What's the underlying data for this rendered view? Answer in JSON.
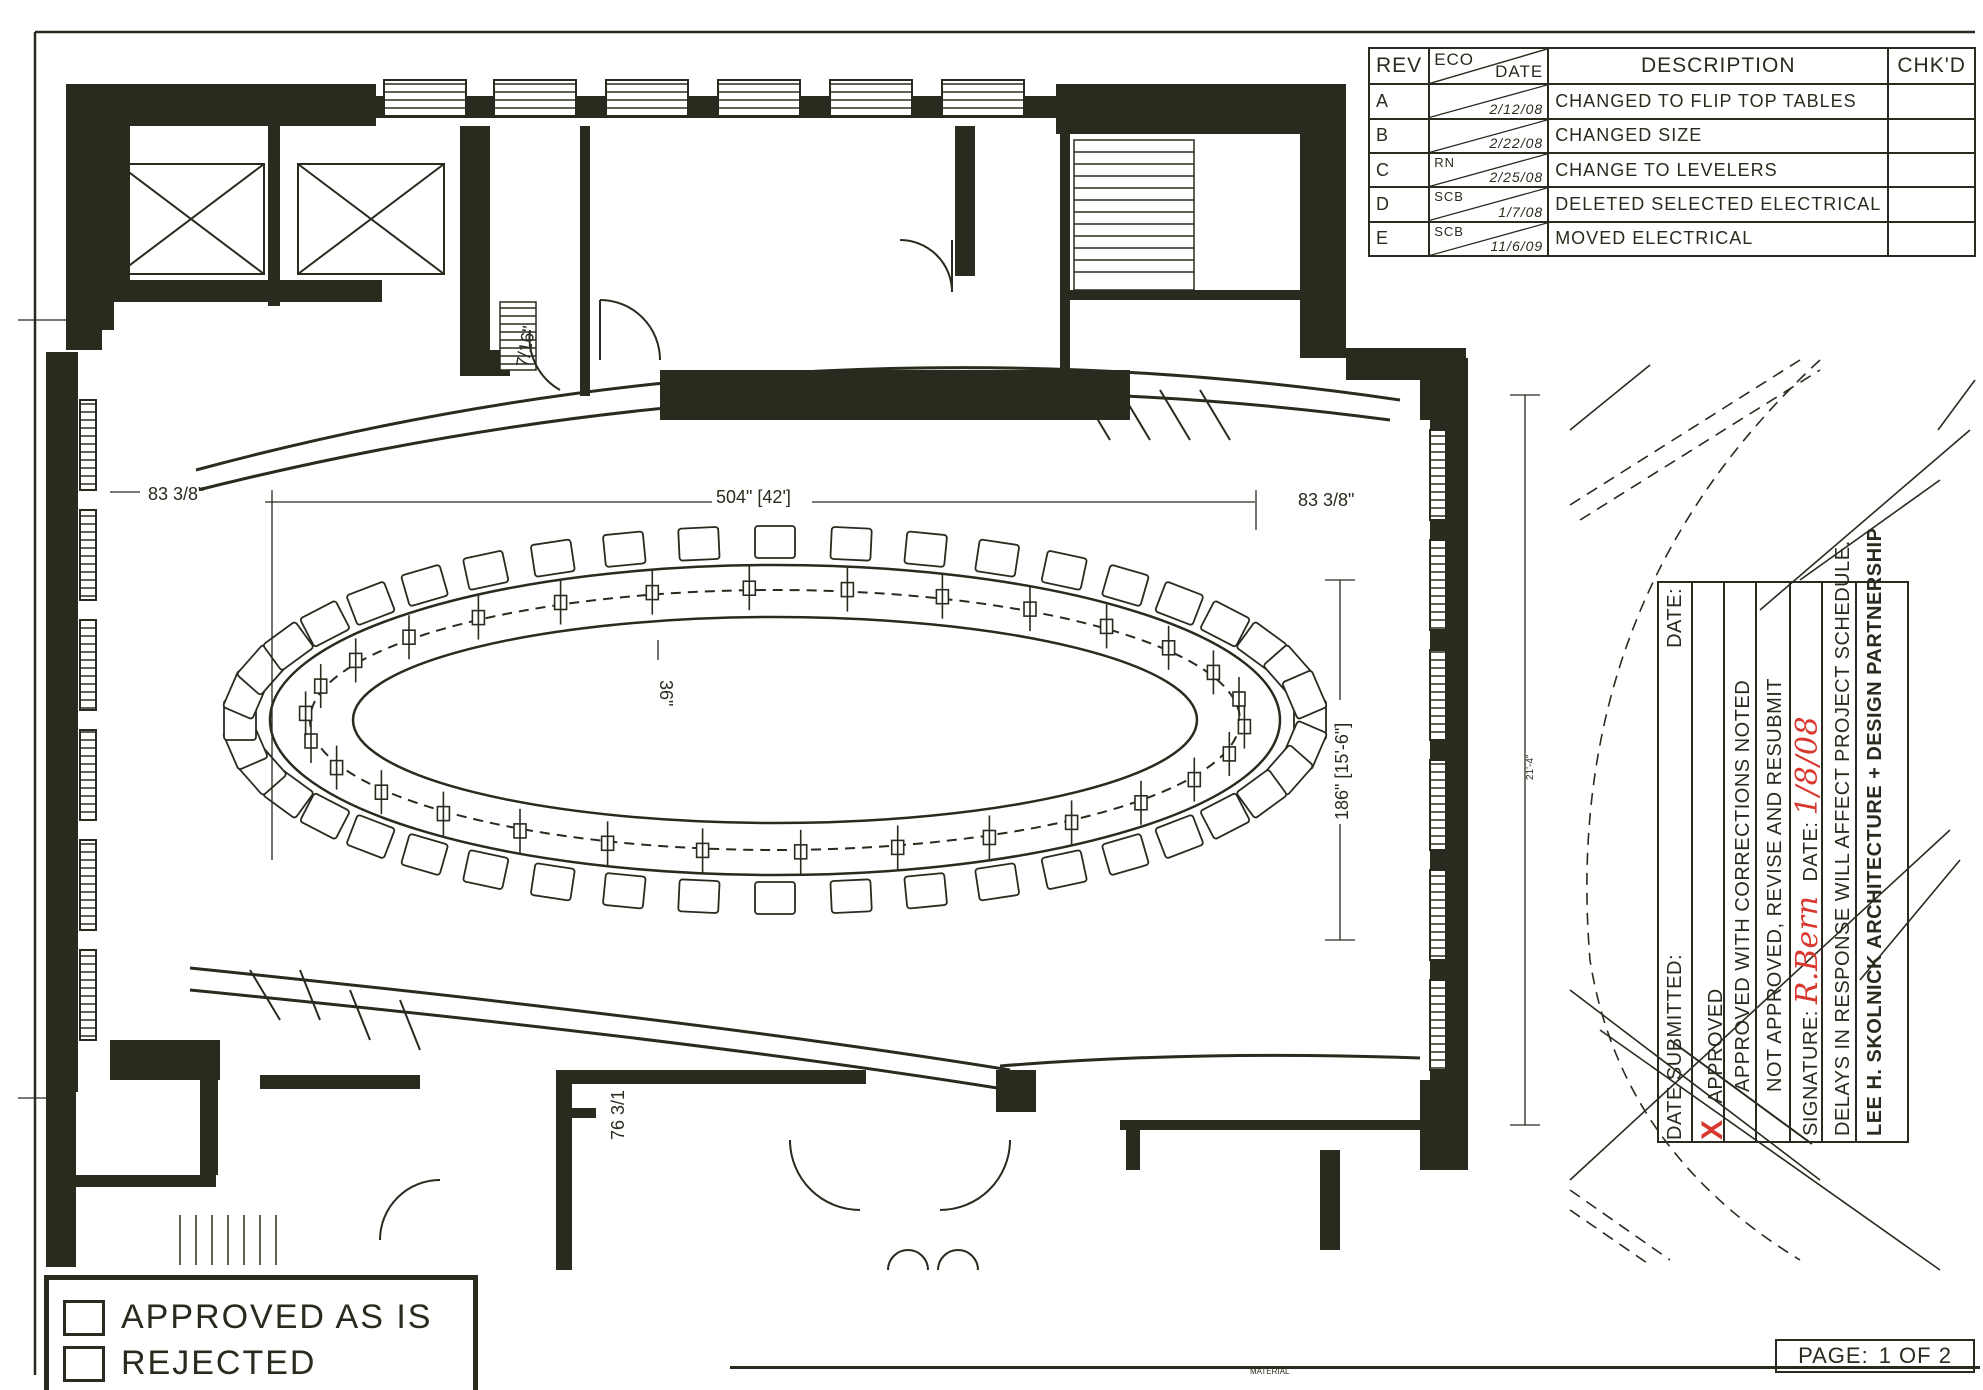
{
  "revision_table": {
    "headers": {
      "rev": "REV",
      "eco": "ECO",
      "date": "DATE",
      "description": "DESCRIPTION",
      "checked": "CHK'D"
    },
    "rows": [
      {
        "rev": "A",
        "eco": "",
        "date": "2/12/08",
        "description": "CHANGED TO FLIP TOP TABLES",
        "checked": ""
      },
      {
        "rev": "B",
        "eco": "",
        "date": "2/22/08",
        "description": "CHANGED SIZE",
        "checked": ""
      },
      {
        "rev": "C",
        "eco": "RN",
        "date": "2/25/08",
        "description": "CHANGE TO LEVELERS",
        "checked": ""
      },
      {
        "rev": "D",
        "eco": "SCB",
        "date": "1/7/08",
        "description": "DELETED SELECTED ELECTRICAL",
        "checked": ""
      },
      {
        "rev": "E",
        "eco": "SCB",
        "date": "11/6/09",
        "description": "MOVED ELECTRICAL",
        "checked": ""
      }
    ]
  },
  "dimensions": {
    "length": "504\" [42']",
    "left_offset": "83 3/8\"",
    "right_offset": "83 3/8\"",
    "width": "186\" [15'-6\"]",
    "table_depth": "36\"",
    "door_small": "7/16\"",
    "room_depth": "21'-4\"",
    "lower_dim": "76 3/1"
  },
  "approval_stamp": {
    "date_submitted": "DATE SUBMITTED:",
    "date_label": "DATE:",
    "approved": "APPROVED",
    "approved_with_corrections": "APPROVED WITH CORRECTIONS NOTED",
    "not_approved": "NOT APPROVED, REVISE AND RESUBMIT",
    "signature_label": "SIGNATURE:",
    "signature": "R.Bern",
    "sig_date_label": "DATE:",
    "sig_date": "1/8/08",
    "delays": "DELAYS IN RESPONSE WILL AFFECT PROJECT SCHEDULE.",
    "firm": "LEE H. SKOLNICK ARCHITECTURE + DESIGN PARTNERSHIP",
    "mark": "X"
  },
  "approval_legend": {
    "approved_as_is": "APPROVED AS IS",
    "rejected": "REJECTED"
  },
  "page": {
    "label": "PAGE:",
    "value": "1 OF 2"
  },
  "footer_fragment": "MATERIAL",
  "colors": {
    "ink": "#2a2a1e",
    "stamp_red": "#d8382e",
    "paper": "#ffffff"
  }
}
